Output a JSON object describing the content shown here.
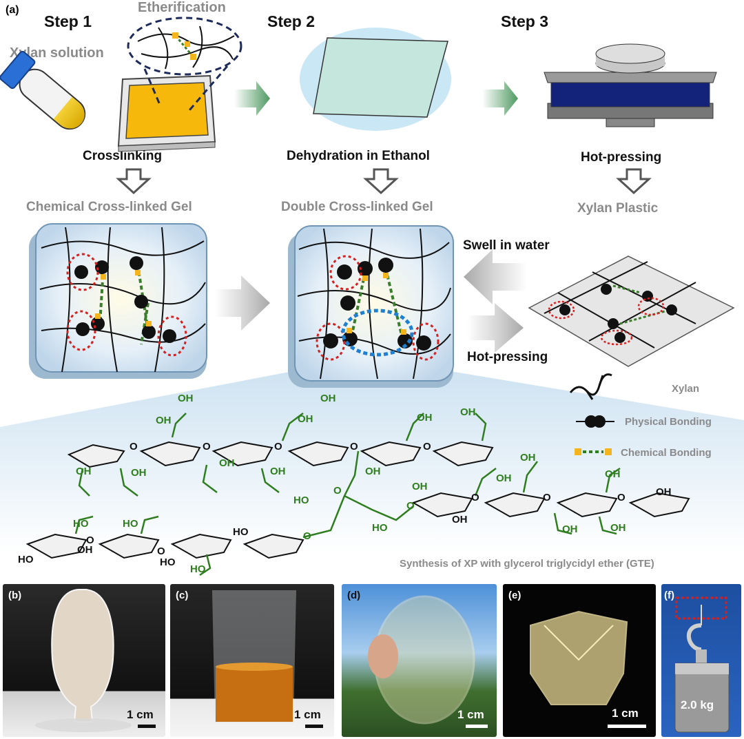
{
  "panel_a": {
    "label": "(a)",
    "step1": "Step 1",
    "step2": "Step 2",
    "step3": "Step 3",
    "xylan_solution": "Xylan solution",
    "etherification": "Etherification",
    "crosslinking": "Crosslinking",
    "dehydration": "Dehydration in Ethanol",
    "hot_pressing_top": "Hot-pressing",
    "chem_gel": "Chemical Cross-linked Gel",
    "double_gel": "Double Cross-linked Gel",
    "xylan_plastic": "Xylan Plastic",
    "swell": "Swell in water",
    "hot_pressing_mid": "Hot-pressing",
    "caption": "Synthesis of XP with glycerol triglycidyl ether (GTE)",
    "oh": "OH",
    "ho": "HO",
    "o": "O"
  },
  "legend": {
    "xylan": "Xylan",
    "physical": "Physical Bonding",
    "chemical": "Chemical Bonding"
  },
  "photos": {
    "b": {
      "label": "(b)",
      "scale": "1 cm"
    },
    "c": {
      "label": "(c)",
      "scale": "1 cm"
    },
    "d": {
      "label": "(d)",
      "scale": "1 cm"
    },
    "e": {
      "label": "(e)",
      "scale": "1 cm"
    },
    "f": {
      "label": "(f)",
      "weight": "2.0 kg"
    }
  },
  "colors": {
    "green": "#2e7d1e",
    "gold": "#f3b51b",
    "red_dotted": "#d62020",
    "blue_dotted": "#1f7fd1",
    "arrow_grey": "#b5b5b5"
  }
}
